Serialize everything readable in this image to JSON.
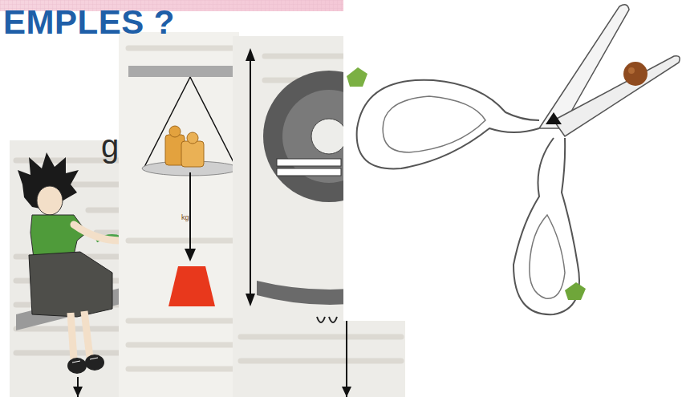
{
  "diagram": {
    "title": "EMPLES ?",
    "labels": [
      "g",
      "kg"
    ]
  }
}
